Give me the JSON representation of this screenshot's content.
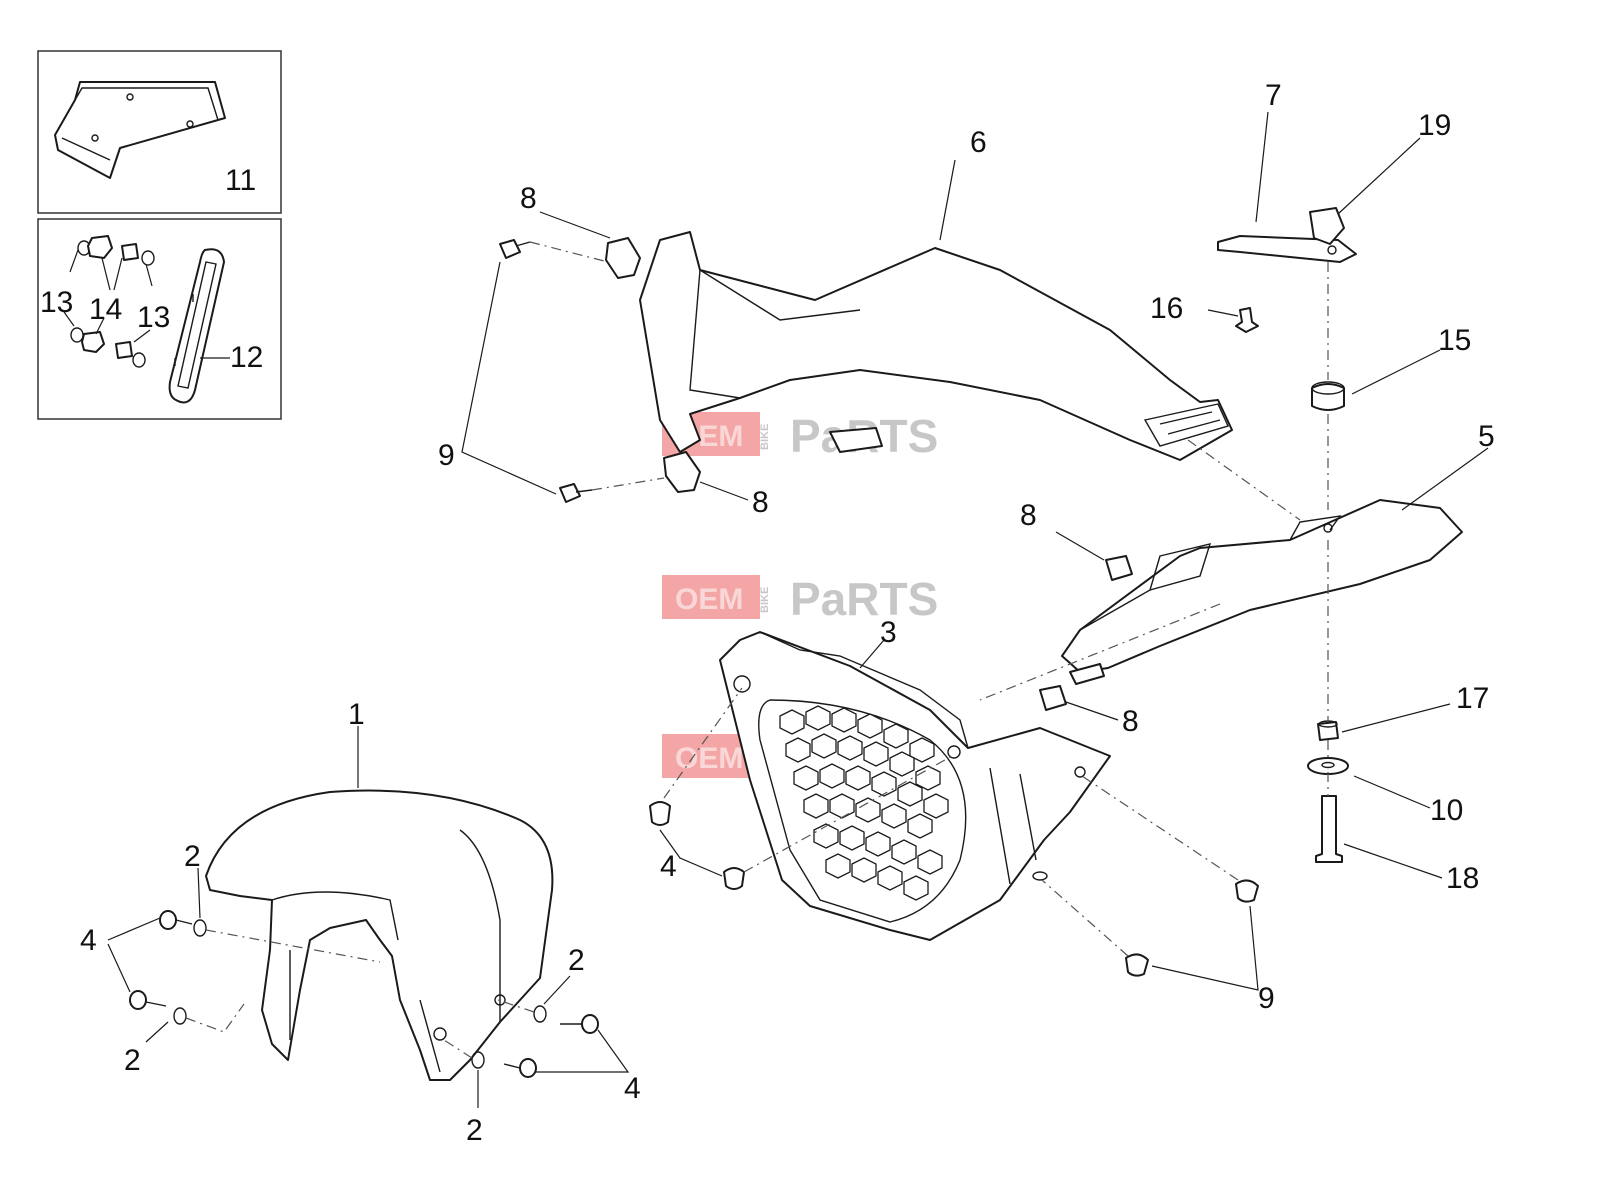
{
  "callouts": {
    "c1": "1",
    "c2": "2",
    "c3": "3",
    "c4": "4",
    "c5": "5",
    "c6": "6",
    "c7": "7",
    "c8": "8",
    "c9": "9",
    "c10": "10",
    "c11": "11",
    "c12": "12",
    "c13": "13",
    "c14": "14",
    "c15": "15",
    "c16": "16",
    "c17": "17",
    "c18": "18",
    "c19": "19"
  },
  "watermark": {
    "oem": "OEM",
    "bike": "BIKE",
    "parts": "PaRTS"
  },
  "colors": {
    "line": "#1a1a1a",
    "watermark_red": "#e63a3a",
    "watermark_grey": "#9a9a9a"
  }
}
